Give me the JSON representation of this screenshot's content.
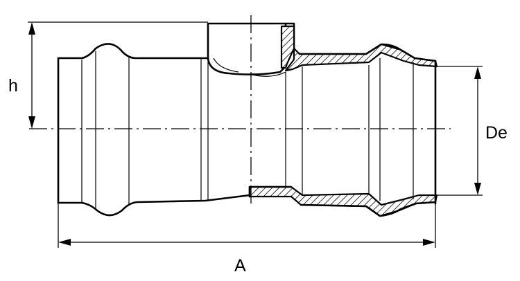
{
  "labels": {
    "height": "h",
    "outer_diameter": "De",
    "overall_length": "A"
  }
}
